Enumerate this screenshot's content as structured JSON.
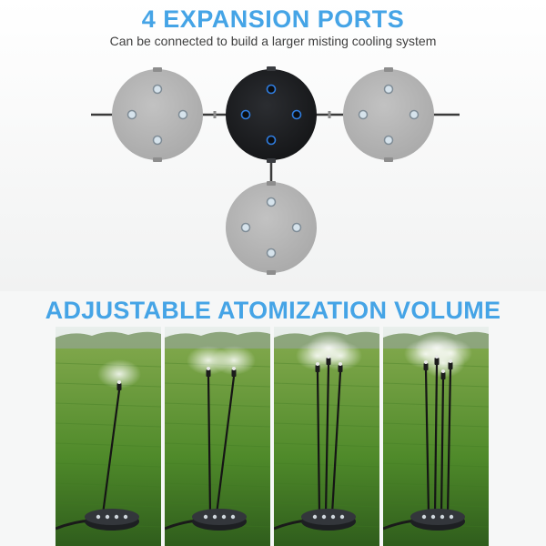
{
  "header": {
    "title": "4 EXPANSION PORTS",
    "subtitle": "Can be connected to build a larger misting cooling system"
  },
  "section2": {
    "title": "ADJUSTABLE ATOMIZATION VOLUME"
  },
  "diagram": {
    "modules": [
      {
        "name": "module-left",
        "color": "#b4b4b4",
        "state": "grey"
      },
      {
        "name": "module-center",
        "color": "#1d1f22",
        "state": "active"
      },
      {
        "name": "module-right",
        "color": "#b4b4b4",
        "state": "grey"
      },
      {
        "name": "module-bottom",
        "color": "#b4b4b4",
        "state": "grey"
      }
    ],
    "port_accent": "#2f7de0"
  },
  "photos": [
    {
      "name": "photo-1-nozzle",
      "nozzles": 1
    },
    {
      "name": "photo-2-nozzles",
      "nozzles": 2
    },
    {
      "name": "photo-3-nozzles",
      "nozzles": 3
    },
    {
      "name": "photo-4-nozzles",
      "nozzles": 4
    }
  ],
  "colors": {
    "title_blue": "#45a4e6",
    "grass_green": "#4f8a2a",
    "sky": "#dfe9e4"
  }
}
